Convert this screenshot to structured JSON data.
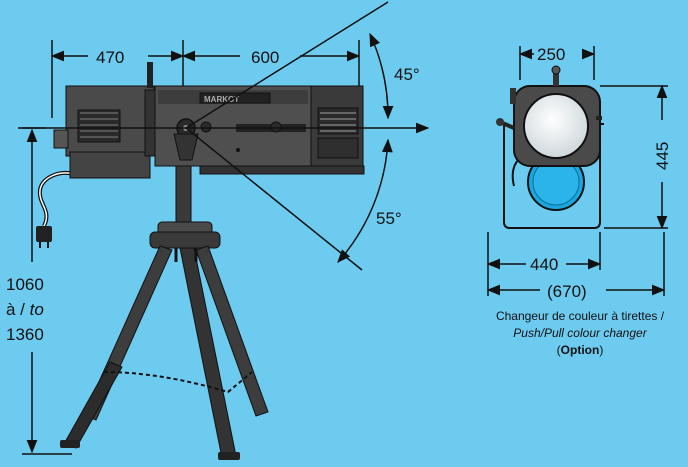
{
  "colors": {
    "background": "#6ecbf0",
    "body_dark": "#3b3b3b",
    "body_mid": "#5b5b5b",
    "lens_front": "#e9eef0",
    "gel_blue": "#1aa7e0",
    "dim_line": "#111111"
  },
  "spot": {
    "brand": "MARKOT"
  },
  "dimensions": {
    "back_length": "470",
    "front_length": "600",
    "tilt_up": "45°",
    "tilt_down": "55°",
    "height_min": "1060",
    "height_joiner": "à / ",
    "height_joiner_en": "to",
    "height_max": "1360"
  },
  "changer": {
    "width": "250",
    "height": "445",
    "depth": "440",
    "depth_total": "(670)",
    "caption_fr": "Changeur de couleur à tirettes /",
    "caption_en": "Push/Pull colour changer",
    "option_open": "(",
    "option_label": "Option",
    "option_close": ")"
  },
  "icons": [
    "power-plug-icon",
    "tripod-icon",
    "spotlight-icon",
    "colour-changer-icon"
  ]
}
